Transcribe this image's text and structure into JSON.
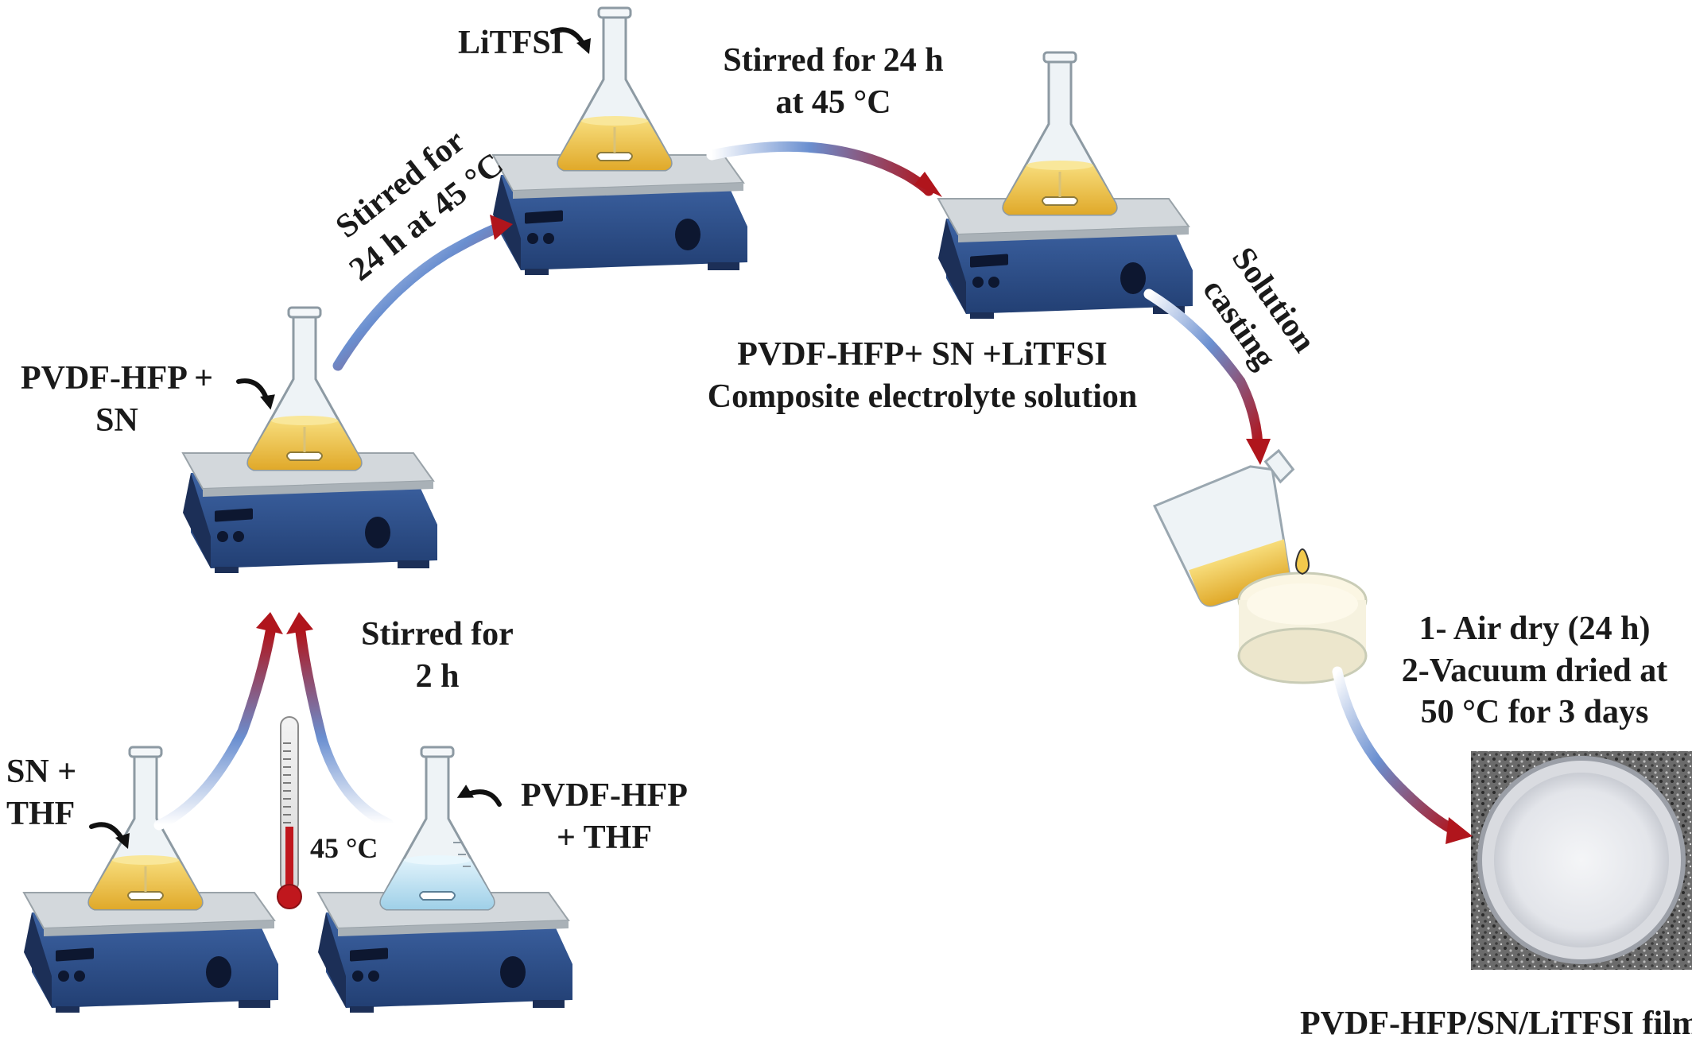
{
  "labels": {
    "litfsi": "LiTFSI",
    "stirred_top_1": "Stirred for 24 h",
    "stirred_top_2": "at 45 °C",
    "stirred_left_1": "Stirred for",
    "stirred_left_2": "24 h at 45 °C",
    "pvdf_sn_1": "PVDF-HFP +",
    "pvdf_sn_2": "SN",
    "composite_1": "PVDF-HFP+ SN +LiTFSI",
    "composite_2": "Composite electrolyte solution",
    "casting_1": "Solution",
    "casting_2": "casting",
    "stirred_2h_1": "Stirred for",
    "stirred_2h_2": "2 h",
    "sn_thf_1": "SN +",
    "sn_thf_2": "THF",
    "temp": "45 °C",
    "pvdf_thf_1": "PVDF-HFP",
    "pvdf_thf_2": "+  THF",
    "dry_1": "1- Air dry (24 h)",
    "dry_2": "2-Vacuum dried at",
    "dry_3": "50 °C for 3 days",
    "film": "PVDF-HFP/SN/LiTFSI film"
  },
  "colors": {
    "stirrer_body": "#2f4f86",
    "stirrer_dark": "#1c2f57",
    "plate": "#c9cfd3",
    "solution_yellow": "#f2c94c",
    "solution_blue": "#bfe3f2",
    "arrow_start": "#5b83c7",
    "arrow_end": "#b01c1c"
  }
}
